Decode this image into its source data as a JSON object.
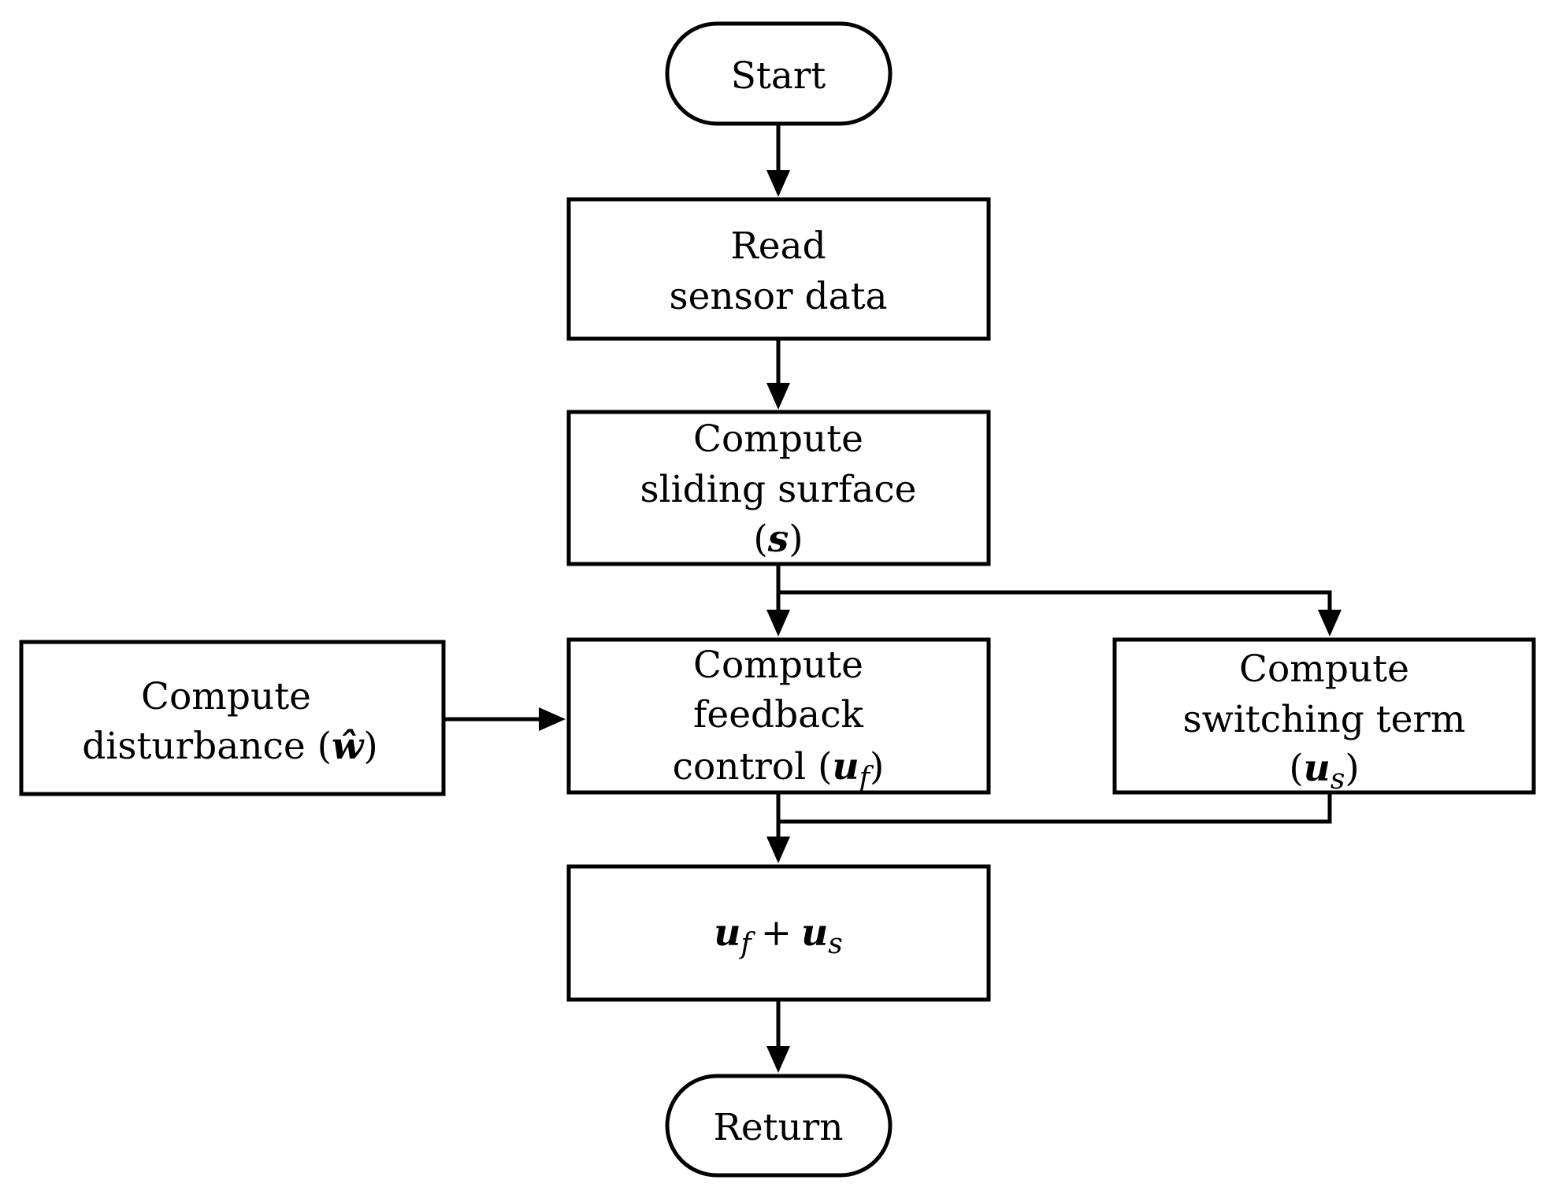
{
  "nodes": {
    "start": {
      "label": "Start"
    },
    "read": {
      "line1": "Read",
      "line2": "sensor data"
    },
    "surface": {
      "line1": "Compute",
      "line2": "sliding surface",
      "open": "(",
      "symbol": "s",
      "close": ")"
    },
    "disturbance": {
      "line1": "Compute",
      "line2_prefix": "disturbance (",
      "symbol": "ŵ",
      "close": ")"
    },
    "feedback": {
      "line1": "Compute",
      "line2": "feedback",
      "line3_prefix": "control (",
      "symbol": "u",
      "subscript": "f",
      "close": ")"
    },
    "switching": {
      "line1": "Compute",
      "line2": "switching term",
      "open": "(",
      "symbol": "u",
      "subscript": "s",
      "close": ")"
    },
    "sum": {
      "symbol1": "u",
      "sub1": "f",
      "operator": "+",
      "symbol2": "u",
      "sub2": "s"
    },
    "return": {
      "label": "Return"
    }
  }
}
